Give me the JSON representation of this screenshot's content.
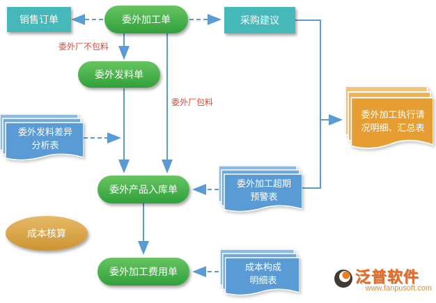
{
  "diagram": {
    "nodes": {
      "sales_order": {
        "label": "销售订单"
      },
      "outsourcing_order": {
        "label": "委外加工单"
      },
      "purchase_suggestion": {
        "label": "采购建议"
      },
      "material_issue_order": {
        "label": "委外发料单"
      },
      "issue_diff_report": {
        "line1": "委外发料差异",
        "line2": "分析表"
      },
      "product_inbound_order": {
        "label": "委外产品入库单"
      },
      "overdue_warning_report": {
        "line1": "委外加工超期",
        "line2": "预警表"
      },
      "execution_report": {
        "line1": "委外加工执行请",
        "line2": "况明细、汇总表"
      },
      "cost_accounting": {
        "label": "成本核算"
      },
      "processing_fee_order": {
        "label": "委外加工费用单"
      },
      "cost_composition_report": {
        "line1": "成本构成",
        "line2": "明细表"
      }
    },
    "edge_labels": {
      "factory_no_material": "委外厂不包料",
      "factory_with_material": "委外厂包料"
    }
  },
  "logo": {
    "name": "泛普软件",
    "website": "www.fanpusoft.com"
  },
  "colors": {
    "teal_node": "#46b8b9",
    "green_node": "#31a03b",
    "blue_document": "#5b9bd5",
    "orange_document": "#e69e33",
    "orange_ellipse": "#cd9331",
    "connector": "#5b9bd5",
    "edge_label_red": "#e8432c"
  }
}
